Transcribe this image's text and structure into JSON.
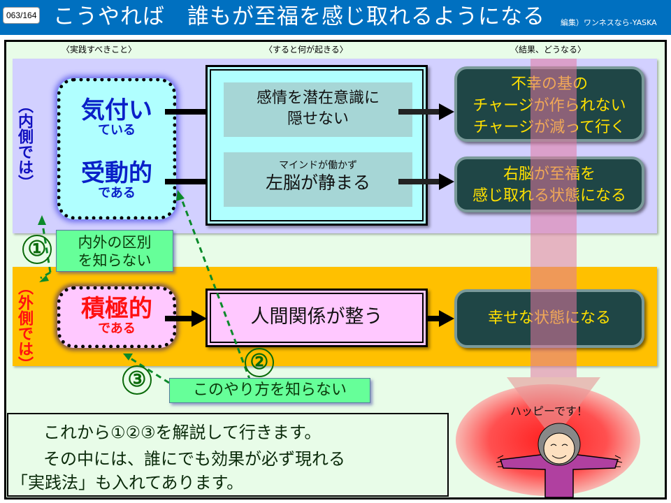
{
  "header": {
    "page_counter": "063/164",
    "title": "こうやれば　誰もが至福を感じ取れるようになる",
    "credit": "編集）ワンネスなら-YASKA"
  },
  "columns": {
    "practice": "〈実践すべきこと〉",
    "effect": "〈すると何が起きる〉",
    "result": "〈結果、どうなる〉"
  },
  "inner": {
    "side_label": "（内側では）",
    "practice": [
      {
        "main": "気付い",
        "sub": "ている"
      },
      {
        "main": "受動的",
        "sub": "である"
      }
    ],
    "effects": [
      {
        "text_line1": "感情を潜在意識に",
        "text_line2": "隠せない"
      },
      {
        "sub": "マインドが働かず",
        "main": "左脳が静まる"
      }
    ],
    "results": [
      {
        "lines": [
          "不幸の基の",
          "チャージが作られない",
          "チャージが減って行く"
        ]
      },
      {
        "lines": [
          "右脳が至福を",
          "感じ取れる状態になる"
        ]
      }
    ]
  },
  "outer": {
    "side_label": "（外側では）",
    "practice": {
      "main": "積極的",
      "sub": "である"
    },
    "effect": "人間関係が整う",
    "result": "幸せな状態になる"
  },
  "callouts": {
    "label_1": [
      "内外の区別",
      "を知らない"
    ],
    "label_2": "このやり方を知らない",
    "numbers": [
      "①",
      "②",
      "③"
    ]
  },
  "note": {
    "line1": "これから①②③を解説して行きます。",
    "line2": "その中には、誰にでも効果が必ず現れる",
    "line3": "「実践法」も入れてあります。"
  },
  "happy": {
    "speech": "ハッピーです！"
  },
  "colors": {
    "header_bg": "#0070c0",
    "inner_band": "#d2d0ff",
    "outer_band": "#ffc000",
    "result_bg": "#1f4646",
    "result_text": "#ffe000",
    "callout_green": "#66ff99"
  }
}
